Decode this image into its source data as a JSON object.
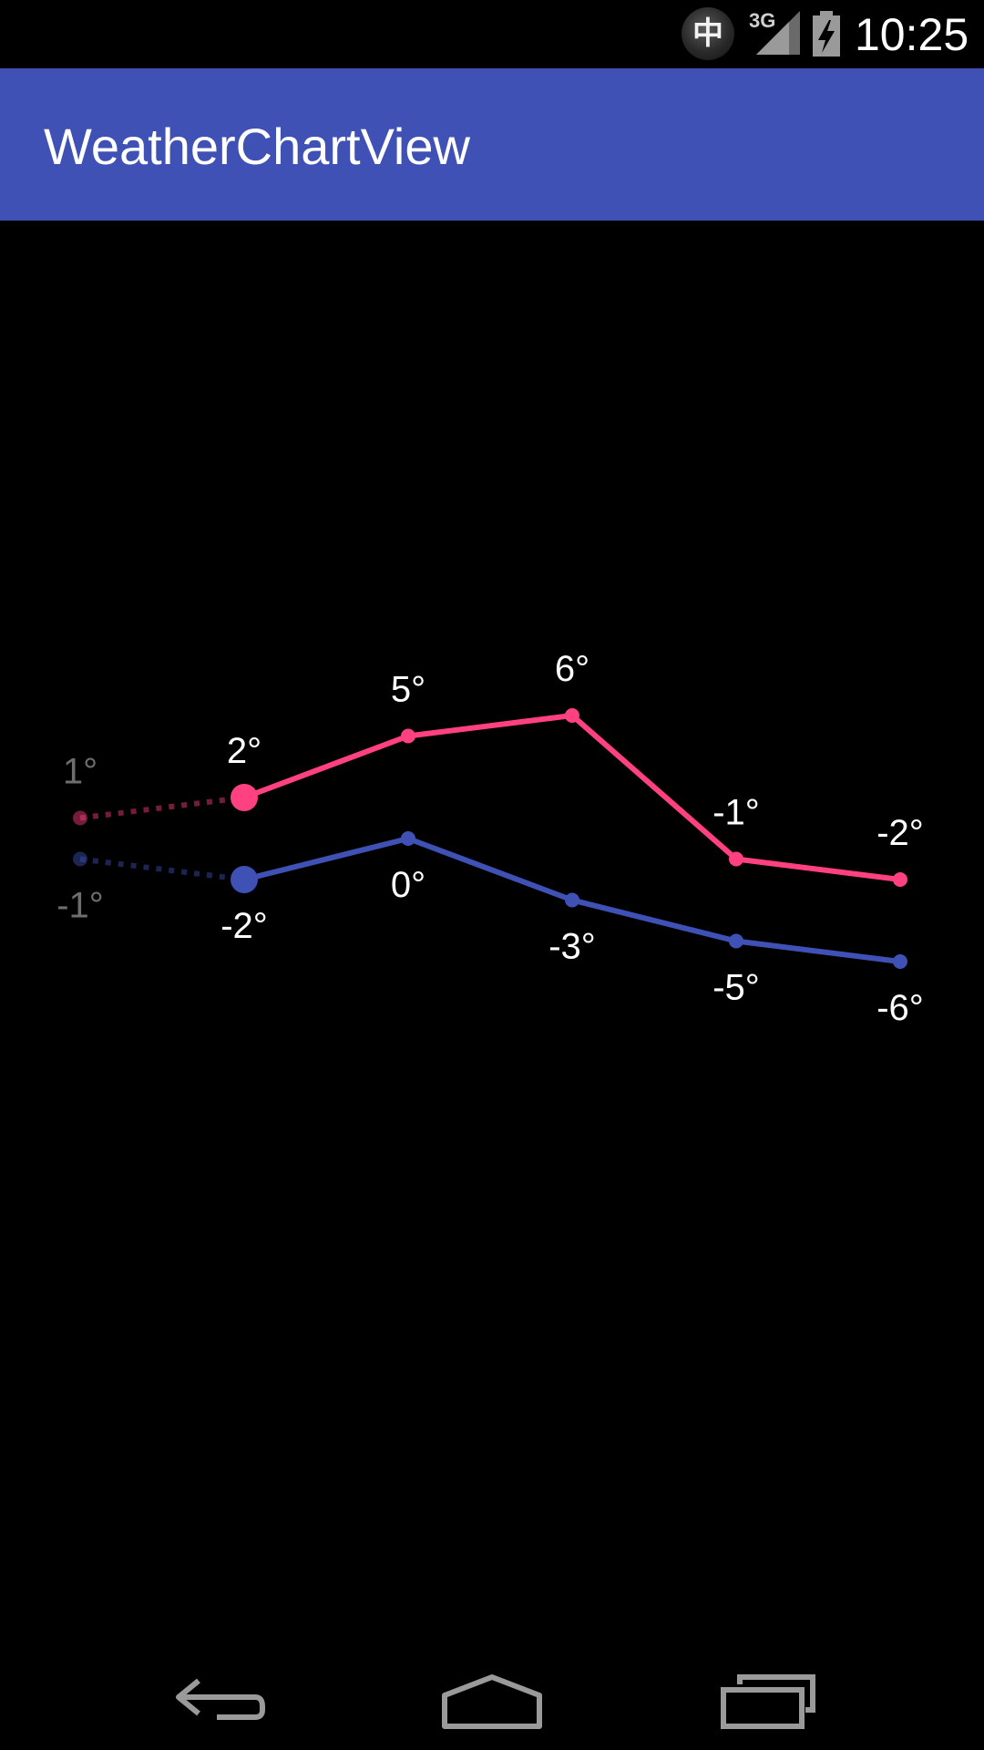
{
  "status_bar": {
    "ime_icon": "中",
    "network_label": "3G",
    "time": "10:25",
    "icons": [
      "ime-indicator-icon",
      "cell-signal-icon",
      "battery-charging-icon"
    ]
  },
  "app_bar": {
    "title": "WeatherChartView",
    "color": "#3f51b5"
  },
  "chart_data": {
    "type": "line",
    "x": [
      0,
      1,
      2,
      3,
      4,
      5
    ],
    "ylim": [
      -7,
      7
    ],
    "grid": false,
    "series": [
      {
        "key": "high",
        "color": "#ff4081",
        "values": [
          1,
          2,
          5,
          6,
          -1,
          -2
        ],
        "labels": [
          "1°",
          "2°",
          "5°",
          "6°",
          "-1°",
          "-2°"
        ],
        "past_style": "dotted",
        "label_position": "above"
      },
      {
        "key": "low",
        "color": "#3f51b5",
        "values": [
          -1,
          -2,
          0,
          -3,
          -5,
          -6
        ],
        "labels": [
          "-1°",
          "-2°",
          "0°",
          "-3°",
          "-5°",
          "-6°"
        ],
        "past_style": "dotted",
        "label_position": "below"
      }
    ],
    "past_index": 0,
    "current_index": 1
  },
  "nav_bar": {
    "icons": [
      "back-icon",
      "home-icon",
      "recent-apps-icon"
    ]
  }
}
